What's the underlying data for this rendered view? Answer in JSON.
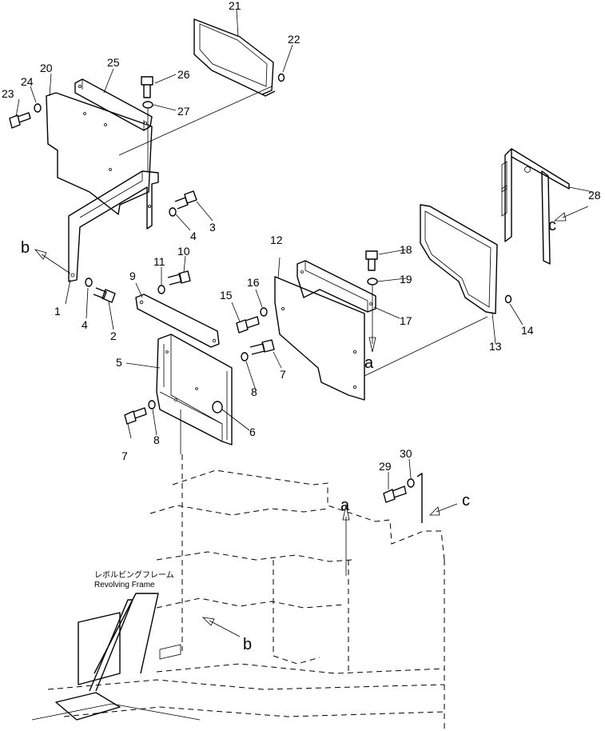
{
  "part_numbers": [
    "1",
    "2",
    "3",
    "4",
    "4",
    "5",
    "6",
    "7",
    "7",
    "8",
    "8",
    "9",
    "10",
    "11",
    "12",
    "13",
    "14",
    "15",
    "16",
    "17",
    "18",
    "19",
    "20",
    "21",
    "22",
    "23",
    "24",
    "25",
    "26",
    "27",
    "28",
    "29",
    "30"
  ],
  "reference_letters": [
    "a",
    "a",
    "b",
    "b",
    "c",
    "c"
  ],
  "frame_caption": {
    "japanese": "レボルビングフレーム",
    "english": "Revolving Frame"
  }
}
